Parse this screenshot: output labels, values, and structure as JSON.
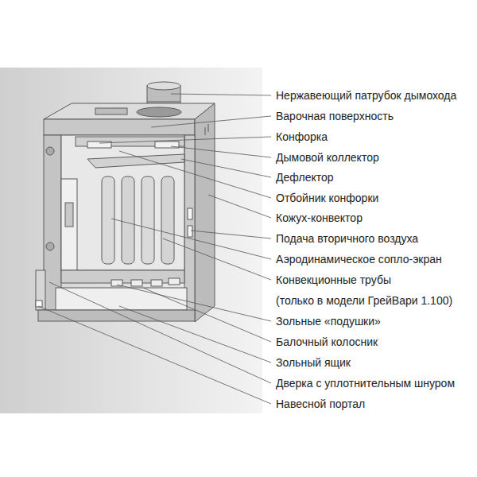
{
  "diagram": {
    "labels": [
      "Нержавеющий патрубок дымохода",
      "Варочная поверхность",
      "Конфорка",
      "Дымовой коллектор",
      "Дефлектор",
      "Отбойник конфорки",
      "Кожух-конвектор",
      "Подача вторичного воздуха",
      "Аэродинамическое сопло-экран",
      "Конвекционные трубы",
      "(только в модели ГрейВари 1.100)",
      "Зольные «подушки»",
      "Балочный колосник",
      "Зольный ящик",
      "Дверка с уплотнительным шнуром",
      "Навесной портал"
    ]
  }
}
